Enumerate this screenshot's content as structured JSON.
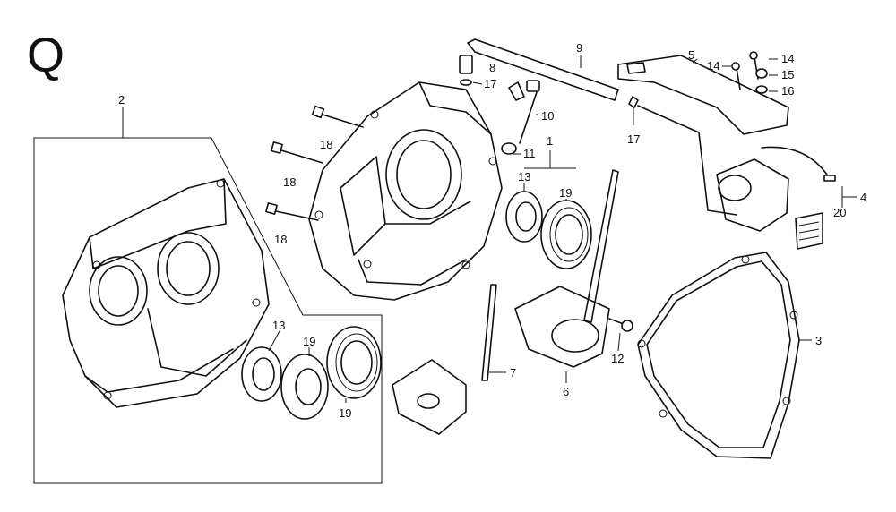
{
  "section_letter": "Q",
  "callouts": {
    "c1": "1",
    "c2": "2",
    "c3": "3",
    "c4": "4",
    "c5": "5",
    "c6": "6",
    "c7": "7",
    "c8": "8",
    "c9": "9",
    "c10": "10",
    "c11": "11",
    "c12": "12",
    "c13a": "13",
    "c13b": "13",
    "c14a": "14",
    "c14b": "14",
    "c15": "15",
    "c16": "16",
    "c17a": "17",
    "c17b": "17",
    "c18a": "18",
    "c18b": "18",
    "c18c": "18",
    "c19a": "19",
    "c19b": "19",
    "c19c": "19",
    "c20": "20"
  }
}
